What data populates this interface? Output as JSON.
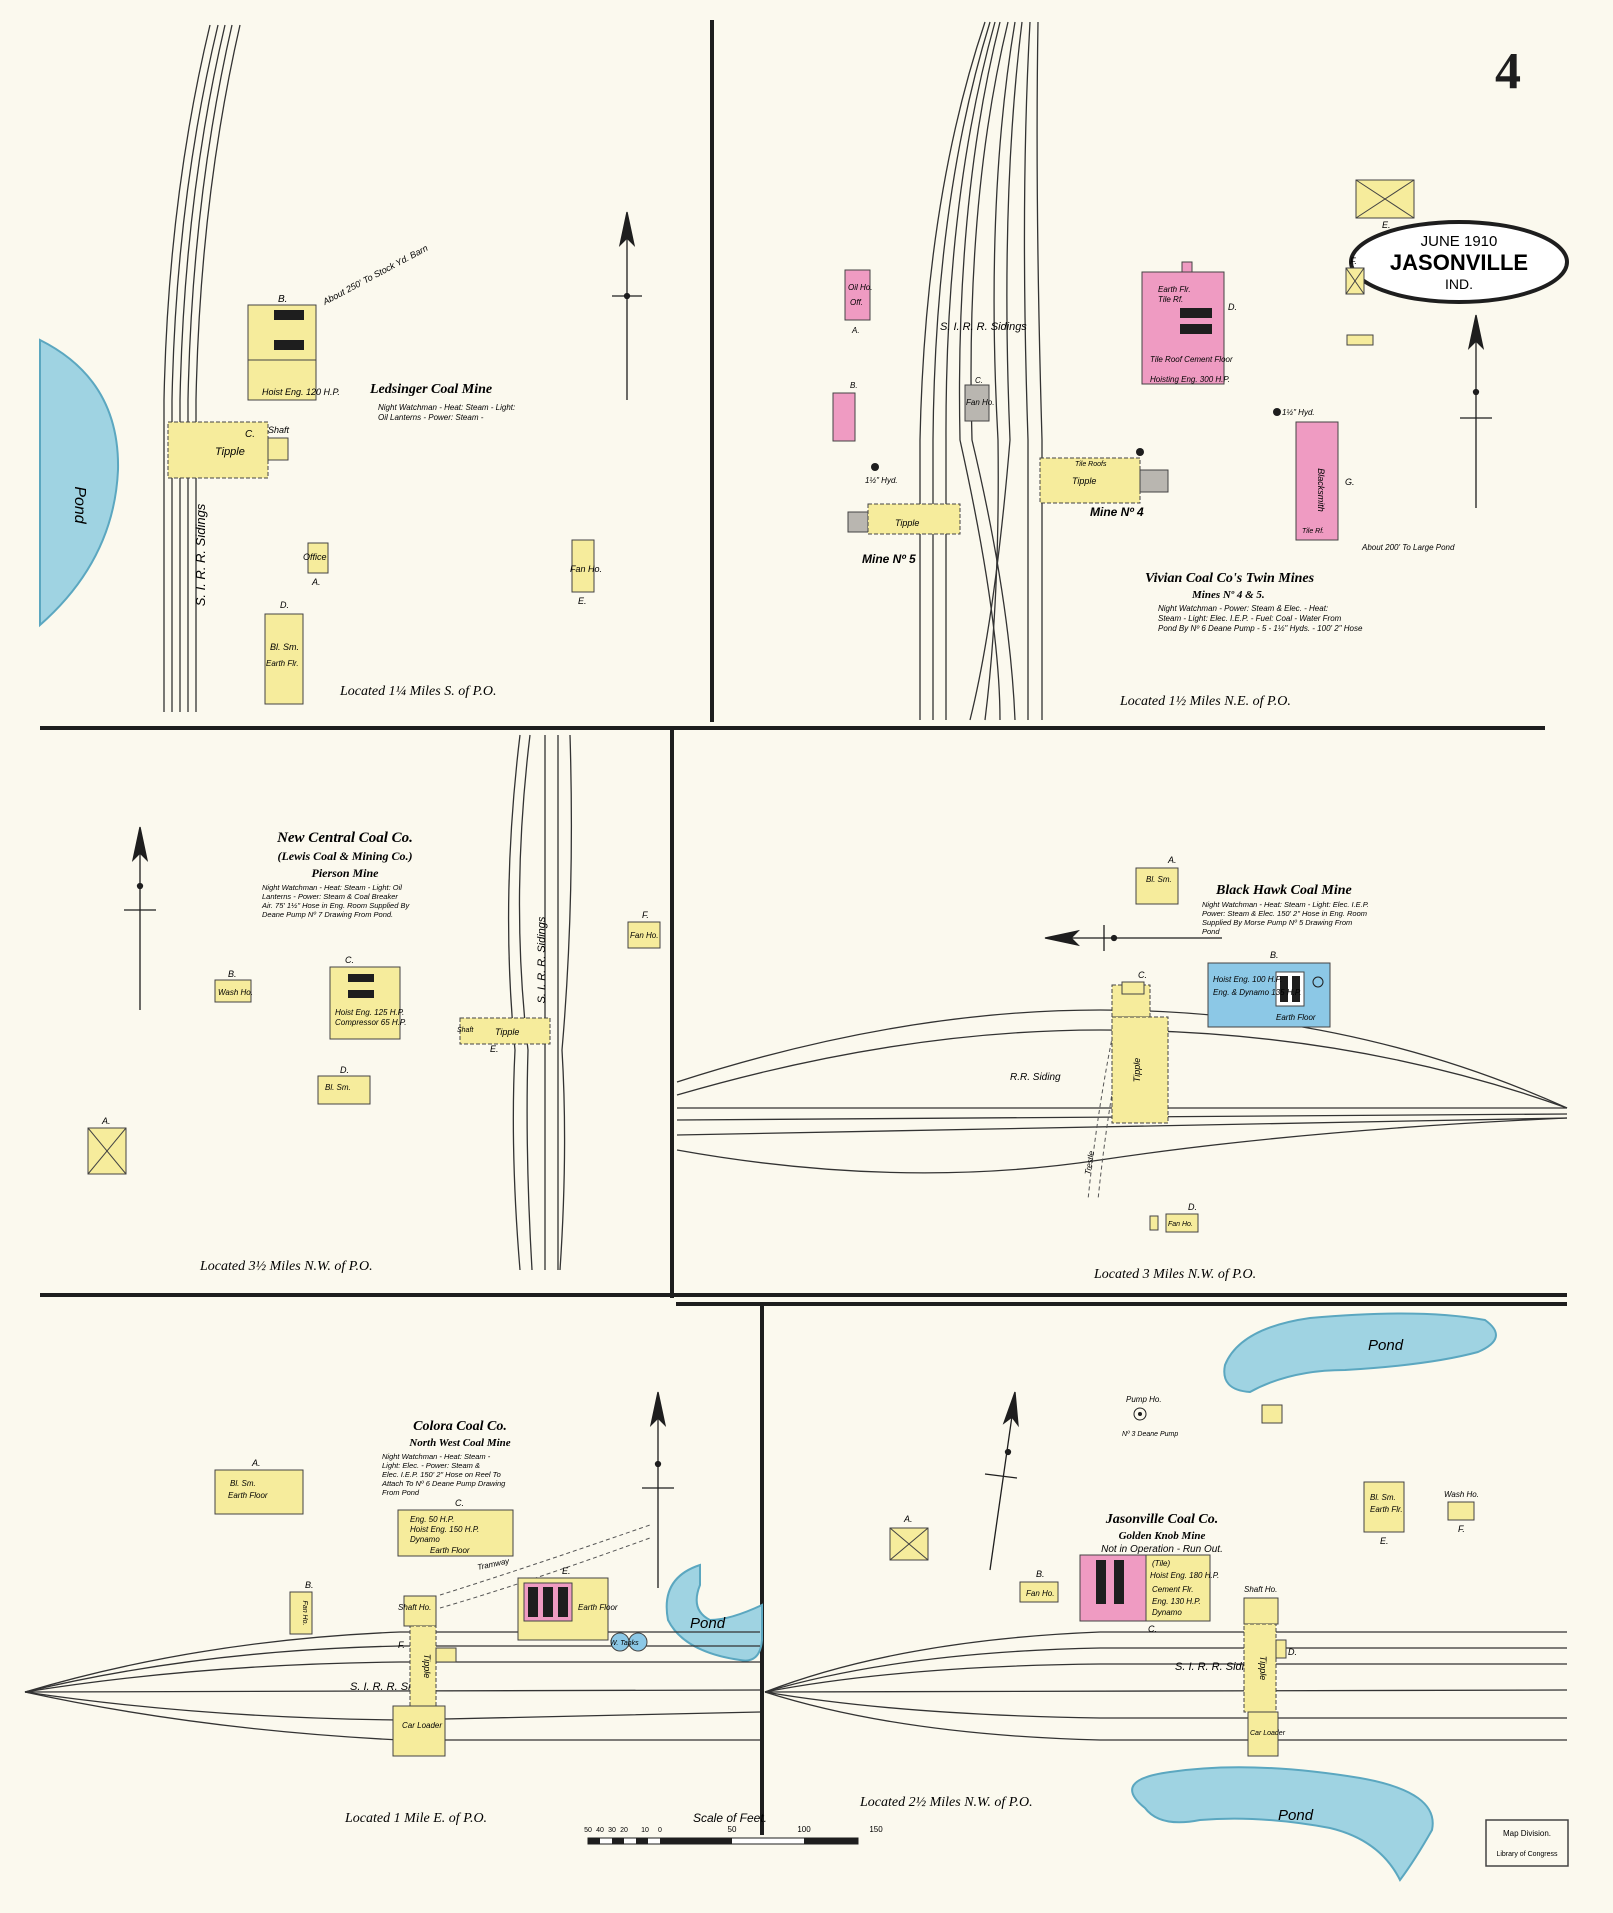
{
  "sheet_number": "4",
  "title_badge": {
    "date": "JUNE 1910",
    "city": "JASONVILLE",
    "state": "IND."
  },
  "colors": {
    "paper": "#fbf9ee",
    "yellow": "#f6ec9c",
    "pink": "#ef9bc2",
    "blue": "#8cc8e6",
    "grey": "#b9b6b0",
    "water": "#9fd3e2",
    "ink": "#1e1e1e"
  },
  "panels": [
    {
      "id": "ledsinger",
      "name": "Ledsinger Coal Mine",
      "notes": [
        "Night Watchman - Heat: Steam - Light:",
        "Oil Lanterns - Power: Steam -"
      ],
      "location": "Located 1¼ Miles S. of P.O.",
      "siding": "S. I. R. R. Sidings",
      "water": "Pond",
      "labels": [
        "Tipple",
        "Shaft",
        "Hoist Eng. 120 H.P.",
        "Office",
        "Fan Ho.",
        "Bl. Sm.",
        "Earth Flr.",
        "About 250' To Stock Yd. Barn"
      ],
      "letters": [
        "A.",
        "B.",
        "C.",
        "D.",
        "E."
      ]
    },
    {
      "id": "vivian",
      "name": "Vivian Coal Co's Twin Mines",
      "subtitle": "Mines Nº 4 & 5.",
      "notes": [
        "Night Watchman - Power: Steam & Elec. - Heat:",
        "Steam - Light: Elec. I.E.P. - Fuel: Coal - Water From",
        "Pond By Nº 6 Deane Pump - 5 - 1½\" Hyds. - 100' 2\" Hose"
      ],
      "location": "Located 1½ Miles N.E. of P.O.",
      "siding": "S. I. R. R. Sidings",
      "labels": [
        "Mine Nº 5",
        "Mine Nº 4",
        "Tipple",
        "Tile Roofs",
        "Tile Roof Cement Floor",
        "Earth Flr.",
        "Tile Rf.",
        "Hoisting Eng. 300 H.P.",
        "Fan Ho.",
        "Blacksmith",
        "Tile Rf.",
        "Oil Ho.",
        "Off.",
        "1½\" Hyd.",
        "About 200' To Large Pond"
      ],
      "letters": [
        "A.",
        "B.",
        "C.",
        "D.",
        "E.",
        "F.",
        "G."
      ]
    },
    {
      "id": "newcentral",
      "name": "New Central Coal Co.",
      "subtitle": "(Lewis Coal & Mining Co.)",
      "subtitle2": "Pierson Mine",
      "notes": [
        "Night Watchman - Heat: Steam - Light: Oil",
        "Lanterns - Power: Steam & Coal Breaker",
        "Air. 75' 1½\" Hose in Eng. Room Supplied By",
        "Deane Pump Nº 7 Drawing From Pond."
      ],
      "location": "Located 3½ Miles N.W. of P.O.",
      "siding": "S. I. R. R. Sidings",
      "labels": [
        "Wash Ho.",
        "Hoist Eng. 125 H.P.",
        "Compressor 65 H.P.",
        "Bl. Sm.",
        "Tipple",
        "Shaft",
        "Fan Ho."
      ],
      "letters": [
        "A.",
        "B.",
        "C.",
        "D.",
        "E.",
        "F."
      ]
    },
    {
      "id": "blackhawk",
      "name": "Black Hawk Coal Mine",
      "notes": [
        "Night Watchman - Heat: Steam - Light: Elec. I.E.P.",
        "Power: Steam & Elec. 150' 2\" Hose in Eng. Room",
        "Supplied By Morse Pump Nº 5 Drawing From",
        "Pond"
      ],
      "location": "Located 3 Miles N.W. of P.O.",
      "siding": "R.R. Siding",
      "labels": [
        "Bl. Sm.",
        "Hoist Eng. 100 H.P.",
        "Eng. & Dynamo 135 H.P.",
        "Earth Floor",
        "Tipple",
        "Fan Ho.",
        "Trestle"
      ],
      "letters": [
        "A.",
        "B.",
        "C.",
        "D."
      ]
    },
    {
      "id": "colora",
      "name": "Colora Coal Co.",
      "subtitle": "North West Coal Mine",
      "notes": [
        "Night Watchman - Heat: Steam -",
        "Light: Elec. - Power: Steam &",
        "Elec. I.E.P. 150' 2\" Hose on Reel To",
        "Attach To Nº 6 Deane Pump Drawing",
        "From Pond"
      ],
      "location": "Located 1 Mile E. of P.O.",
      "siding": "S. I. R. R. Sidings",
      "water": "Pond",
      "labels": [
        "Bl. Sm.",
        "Earth Floor",
        "Eng. 50 H.P.",
        "Hoist Eng. 150 H.P.",
        "Dynamo",
        "Earth Floor",
        "Tramway",
        "Earth Floor",
        "Fan Ho.",
        "Shaft Ho.",
        "Tipple",
        "Car Loader",
        "W. Tanks"
      ],
      "letters": [
        "A.",
        "B.",
        "C.",
        "E.",
        "F."
      ]
    },
    {
      "id": "jasonville",
      "name": "Jasonville Coal Co.",
      "subtitle": "Golden Knob Mine",
      "subtitle2": "Not in Operation - Run Out.",
      "location": "Located 2½ Miles N.W. of P.O.",
      "siding": "S. I. R. R. Sidings",
      "water_top": "Pond",
      "water_bottom": "Pond",
      "labels": [
        "Pump Ho.",
        "Nº 3 Deane Pump",
        "Fan Ho.",
        "Hoist Eng. 180 H.P.",
        "Cement Flr.",
        "Eng. 130 H.P.",
        "Dynamo",
        "Bl. Sm.",
        "Earth Flr.",
        "Wash Ho.",
        "Shaft Ho.",
        "Tipple",
        "Car Loader",
        "(Tile)"
      ],
      "letters": [
        "A.",
        "B.",
        "C.",
        "D.",
        "E.",
        "F."
      ]
    }
  ],
  "scale": {
    "label": "Scale of Feet.",
    "ticks": [
      "50",
      "40",
      "30",
      "20",
      "10",
      "0",
      "50",
      "100",
      "150"
    ]
  },
  "stamp": {
    "line1": "Map Division.",
    "line2": "Library of Congress"
  }
}
